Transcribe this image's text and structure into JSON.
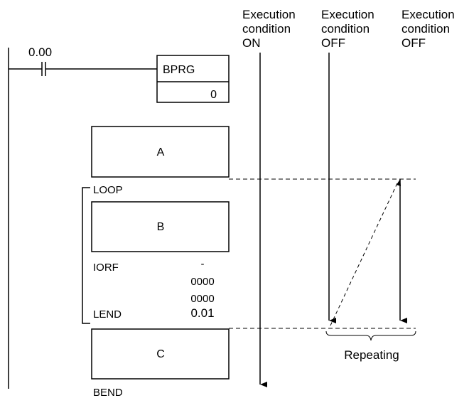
{
  "contact_address": "0.00",
  "bprg": {
    "instruction": "BPRG",
    "operand": "0"
  },
  "blocks": {
    "a": "A",
    "b": "B",
    "c": "C"
  },
  "loop": {
    "start": "LOOP",
    "end": "LEND"
  },
  "iorf": {
    "mnemonic": "IORF",
    "operand_1": "-",
    "operand_2": "0000",
    "operand_3": "0000"
  },
  "lend_operand": "0.01",
  "bend": "BEND",
  "columns": [
    {
      "line1": "Execution",
      "line2": "condition",
      "line3": "ON"
    },
    {
      "line1": "Execution",
      "line2": "condition",
      "line3": "OFF"
    },
    {
      "line1": "Execution",
      "line2": "condition",
      "line3": "OFF"
    }
  ],
  "repeating": "Repeating"
}
